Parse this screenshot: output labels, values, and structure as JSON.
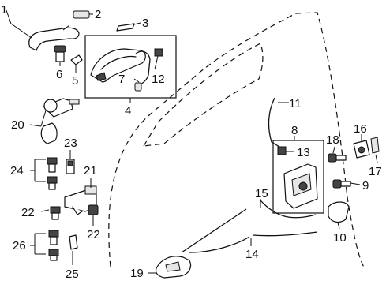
{
  "diagram": {
    "callouts": [
      {
        "id": "c1",
        "number": "1"
      },
      {
        "id": "c2",
        "number": "2"
      },
      {
        "id": "c3",
        "number": "3"
      },
      {
        "id": "c4",
        "number": "4"
      },
      {
        "id": "c5",
        "number": "5"
      },
      {
        "id": "c6",
        "number": "6"
      },
      {
        "id": "c7",
        "number": "7"
      },
      {
        "id": "c8",
        "number": "8"
      },
      {
        "id": "c9",
        "number": "9"
      },
      {
        "id": "c10",
        "number": "10"
      },
      {
        "id": "c11",
        "number": "11"
      },
      {
        "id": "c12",
        "number": "12"
      },
      {
        "id": "c13",
        "number": "13"
      },
      {
        "id": "c14",
        "number": "14"
      },
      {
        "id": "c15",
        "number": "15"
      },
      {
        "id": "c16",
        "number": "16"
      },
      {
        "id": "c17",
        "number": "17"
      },
      {
        "id": "c18",
        "number": "18"
      },
      {
        "id": "c19",
        "number": "19"
      },
      {
        "id": "c20",
        "number": "20"
      },
      {
        "id": "c21",
        "number": "21"
      },
      {
        "id": "c22a",
        "number": "22"
      },
      {
        "id": "c22b",
        "number": "22"
      },
      {
        "id": "c23",
        "number": "23"
      },
      {
        "id": "c24",
        "number": "24"
      },
      {
        "id": "c25",
        "number": "25"
      },
      {
        "id": "c26",
        "number": "26"
      }
    ]
  },
  "colors": {
    "line": "#111111",
    "background": "#ffffff"
  }
}
